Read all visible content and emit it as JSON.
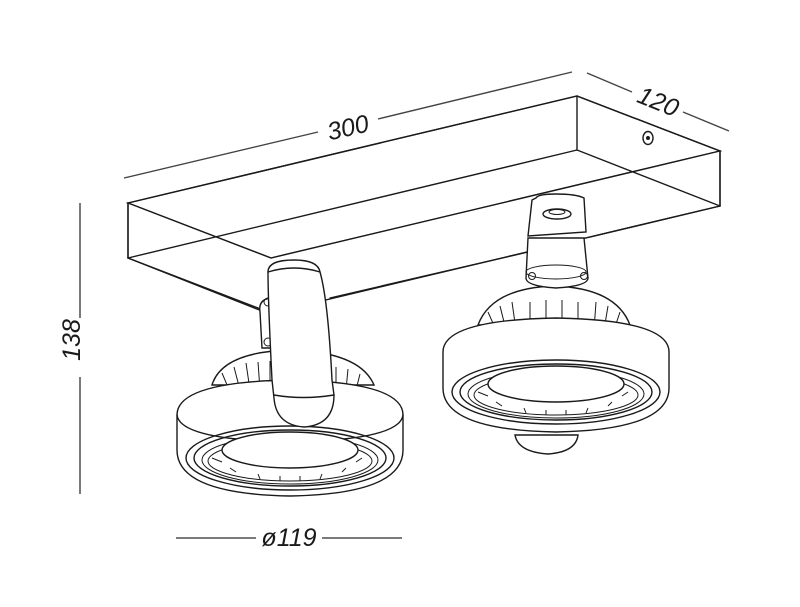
{
  "diagram": {
    "type": "technical-dimension-drawing",
    "subject": "twin-head surface-mounted ceiling spotlight",
    "units": "mm",
    "colors": {
      "line": "#1a1a1a",
      "dimension_line": "#7a7a7a",
      "background": "#ffffff"
    },
    "dimensions": {
      "length": {
        "label": "300",
        "value": 300
      },
      "depth": {
        "label": "120",
        "value": 120
      },
      "height": {
        "label": "138",
        "value": 138
      },
      "diameter": {
        "label": "ø119",
        "value": 119
      }
    },
    "components": [
      {
        "id": "base-plate",
        "label": "rectangular ceiling base"
      },
      {
        "id": "lamp-left",
        "label": "spot head with tilt bracket (rotated)"
      },
      {
        "id": "lamp-right",
        "label": "spot head pointing down"
      },
      {
        "id": "fixing-screw",
        "label": "screw on base end face"
      }
    ]
  }
}
